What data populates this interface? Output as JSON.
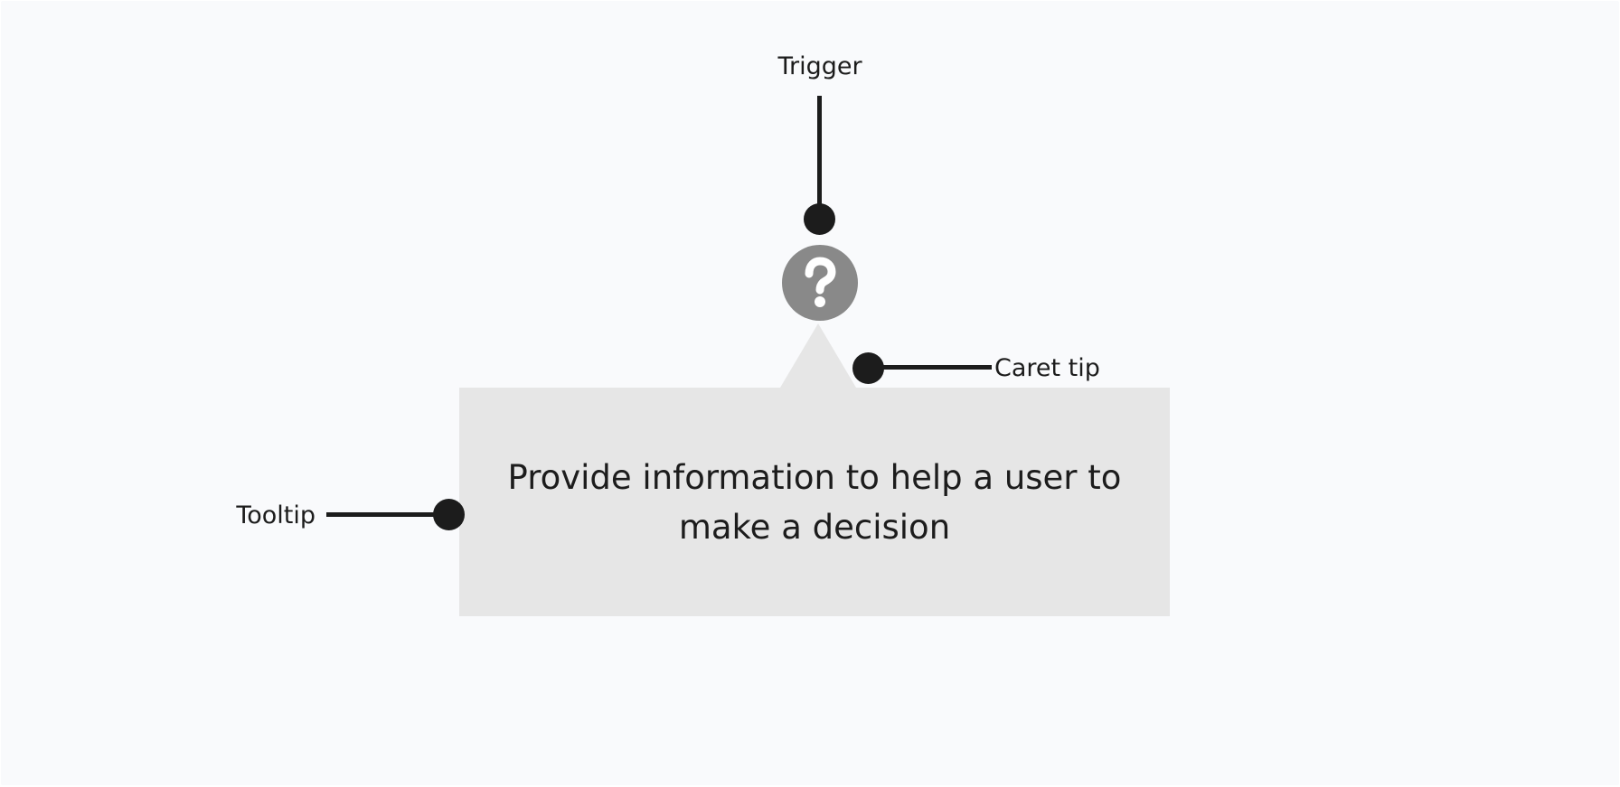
{
  "labels": {
    "trigger": "Trigger",
    "caret_tip": "Caret tip",
    "tooltip": "Tooltip"
  },
  "tooltip": {
    "text": "Provide information to help a user to make a decision"
  },
  "trigger": {
    "icon": "question-mark-icon"
  },
  "colors": {
    "background": "#f9fafc",
    "annotation": "#1c1c1c",
    "trigger_icon": "#898989",
    "tooltip_fill": "#e6e6e6"
  }
}
